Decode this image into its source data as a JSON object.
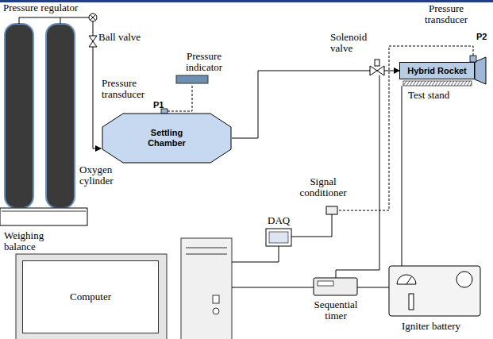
{
  "diagram": {
    "nodes": [
      {
        "text": [
          "Settling Chamber"
        ]
      },
      {
        "text": [
          "Hybrid Rocket"
        ]
      },
      {
        "text": [
          "Computer"
        ]
      }
    ],
    "edges": [
      {
        "from": 0,
        "to": 1,
        "arrow": "to"
      }
    ],
    "labels": [
      "Pressure regulator",
      "Ball valve",
      "Pressure indicator",
      "Pressure transducer",
      "P1",
      "Oxygen cylinder",
      "Weighing balance",
      "Solenoid valve",
      "Pressure transducer",
      "P2",
      "Test stand",
      "Signal conditioner",
      "DAQ",
      "Sequential timer",
      "Igniter battery"
    ]
  }
}
